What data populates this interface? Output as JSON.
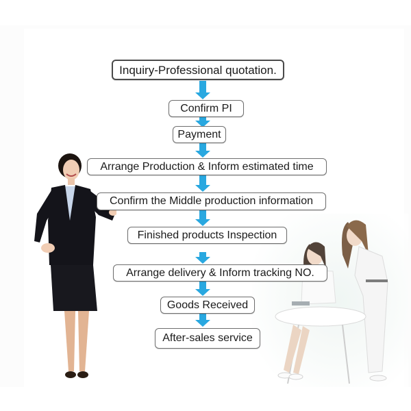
{
  "diagram": {
    "type": "flowchart",
    "direction": "top-to-bottom",
    "accent_color": "#29a8e0",
    "steps": [
      {
        "label": "Inquiry-Professional quotation."
      },
      {
        "label": "Confirm PI"
      },
      {
        "label": "Payment"
      },
      {
        "label": "Arrange Production & Inform estimated time"
      },
      {
        "label": "Confirm the Middle production information"
      },
      {
        "label": "Finished products Inspection"
      },
      {
        "label": "Arrange delivery & Inform tracking NO."
      },
      {
        "label": "Goods Received"
      },
      {
        "label": "After-sales service"
      }
    ],
    "illustrations": [
      {
        "name": "businesswoman-standing-pointing"
      },
      {
        "name": "two-women-at-office-table"
      }
    ]
  }
}
